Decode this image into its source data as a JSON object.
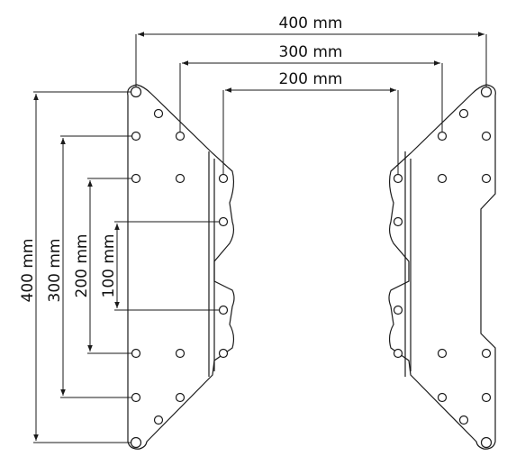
{
  "diagram": {
    "title": "",
    "horizontal_dimensions": [
      {
        "id": "h400",
        "label": "400 mm"
      },
      {
        "id": "h300",
        "label": "300 mm"
      },
      {
        "id": "h200",
        "label": "200 mm"
      }
    ],
    "vertical_dimensions": [
      {
        "id": "v400",
        "label": "400 mm"
      },
      {
        "id": "v300",
        "label": "300 mm"
      },
      {
        "id": "v200",
        "label": "200 mm"
      },
      {
        "id": "v100",
        "label": "100 mm"
      }
    ],
    "colors": {
      "line": "#1a1a1a",
      "background": "#ffffff"
    }
  }
}
